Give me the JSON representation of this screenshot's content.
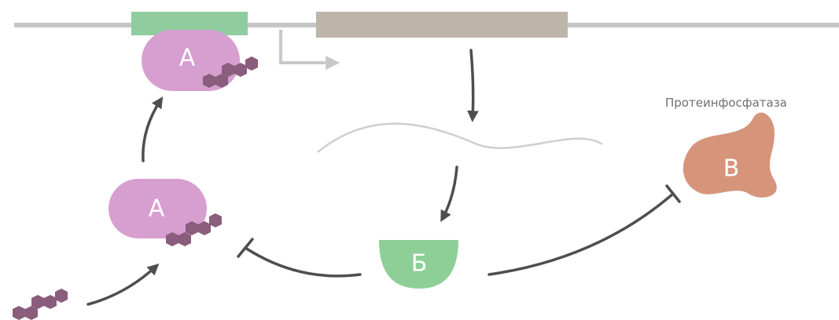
{
  "labels": {
    "protein_a_top": "А",
    "protein_a_bottom": "А",
    "protein_b": "Б",
    "protein_v": "В",
    "phosphatase": "Протеинфосфатаза"
  },
  "colors": {
    "dna_line": "#c6c6c6",
    "promoter": "#8fcc9e",
    "gene": "#bdb4aa",
    "protein_a": "#d79ed0",
    "phosphate": "#8a5d7c",
    "protein_b": "#8ecf98",
    "protein_v": "#d6957b",
    "mrna": "#cfcfcf",
    "arrow_dark": "#4e4e4e",
    "arrow_light": "#c8c8c8"
  }
}
